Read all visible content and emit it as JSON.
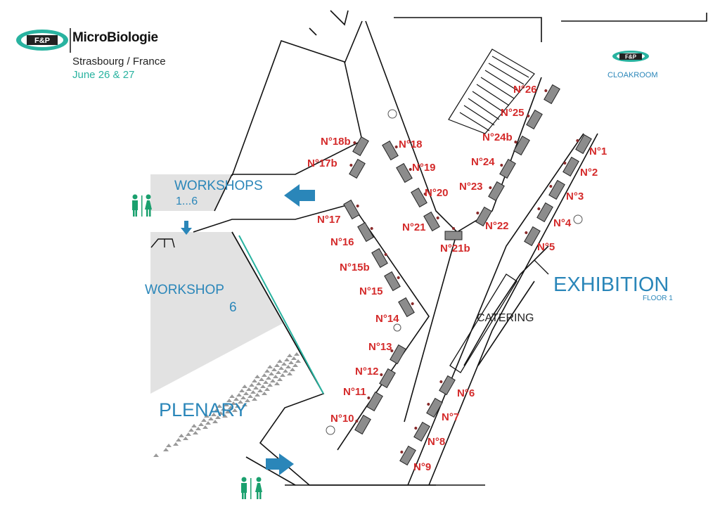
{
  "header": {
    "logo_text": "F&P",
    "brand": "MicroBiologie",
    "city": "Strasbourg / France",
    "dates": "June 26 & 27"
  },
  "cloakroom": {
    "logo_text": "F&P",
    "label": "CLOAKROOM"
  },
  "zones": {
    "workshops": "WORKSHOPS",
    "workshops_range": "1...6",
    "workshop6": "WORKSHOP",
    "workshop6_num": "6",
    "plenary": "PLENARY",
    "exhibition": "EXHIBITION",
    "exhibition_floor": "FLOOR 1",
    "catering": "CATERING"
  },
  "stands": [
    "N°1",
    "N°2",
    "N°3",
    "N°4",
    "N°5",
    "N°6",
    "N°7",
    "N°8",
    "N°9",
    "N°10",
    "N°11",
    "N°12",
    "N°13",
    "N°14",
    "N°15",
    "N°15b",
    "N°16",
    "N°17",
    "N°17b",
    "N°18",
    "N°18b",
    "N°19",
    "N°20",
    "N°21",
    "N°21b",
    "N°22",
    "N°23",
    "N°24",
    "N°24b",
    "N°25",
    "N°26"
  ],
  "icons": [
    "restroom-icon",
    "arrow-left-icon",
    "arrow-down-icon",
    "arrow-right-icon",
    "logo-icon",
    "stairs-icon",
    "snowflake-icon"
  ],
  "colors": {
    "accent": "#2a86b9",
    "stand_red": "#d42a2a",
    "teal": "#29b3a0",
    "table_gray": "#8c8c8c",
    "zone_gray": "#e0e0e0"
  }
}
